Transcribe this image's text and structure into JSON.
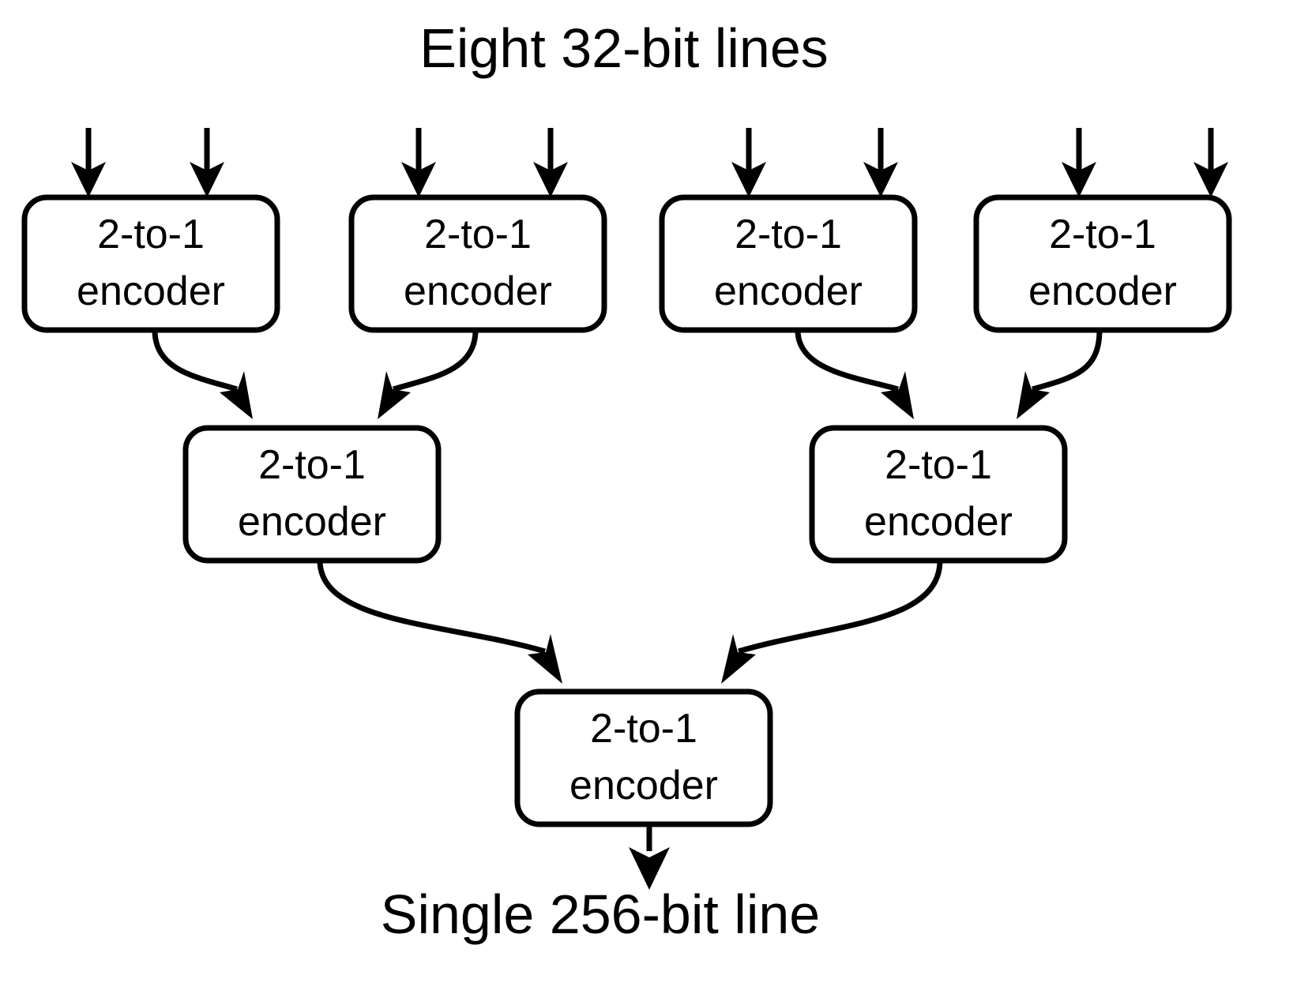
{
  "diagram": {
    "title_top": "Eight 32-bit lines",
    "title_bottom": "Single 256-bit line",
    "node_label_line1": "2-to-1",
    "node_label_line2": "encoder",
    "colors": {
      "stroke": "#000000",
      "fill": "#ffffff",
      "background": "#ffffff"
    },
    "nodes": [
      {
        "id": "enc-r1-c1",
        "label_line1": "2-to-1",
        "label_line2": "encoder",
        "row": 1,
        "index": 1
      },
      {
        "id": "enc-r1-c2",
        "label_line1": "2-to-1",
        "label_line2": "encoder",
        "row": 1,
        "index": 2
      },
      {
        "id": "enc-r1-c3",
        "label_line1": "2-to-1",
        "label_line2": "encoder",
        "row": 1,
        "index": 3
      },
      {
        "id": "enc-r1-c4",
        "label_line1": "2-to-1",
        "label_line2": "encoder",
        "row": 1,
        "index": 4
      },
      {
        "id": "enc-r2-c1",
        "label_line1": "2-to-1",
        "label_line2": "encoder",
        "row": 2,
        "index": 1
      },
      {
        "id": "enc-r2-c2",
        "label_line1": "2-to-1",
        "label_line2": "encoder",
        "row": 2,
        "index": 2
      },
      {
        "id": "enc-r3-c1",
        "label_line1": "2-to-1",
        "label_line2": "encoder",
        "row": 3,
        "index": 1
      }
    ],
    "input_arrow_count": 8,
    "output_arrow_count": 1,
    "tree_levels": 3
  }
}
